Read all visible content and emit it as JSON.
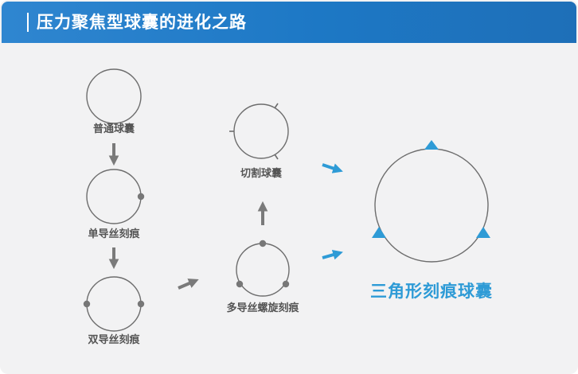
{
  "header": {
    "title": "压力聚焦型球囊的进化之路"
  },
  "nodes": {
    "plain": "普通球囊",
    "single_wire": "单导丝刻痕",
    "double_wire": "双导丝刻痕",
    "multi_wire_spiral": "多导丝螺旋刻痕",
    "cutting": "切割球囊",
    "triangle": "三角形刻痕球囊"
  },
  "colors": {
    "header": "#1d78c5",
    "accent": "#2e9bd6",
    "circle_fill": "#f2f2f3",
    "circle_stroke": "#6d6d6d",
    "arrow": "#7a7a7a"
  }
}
